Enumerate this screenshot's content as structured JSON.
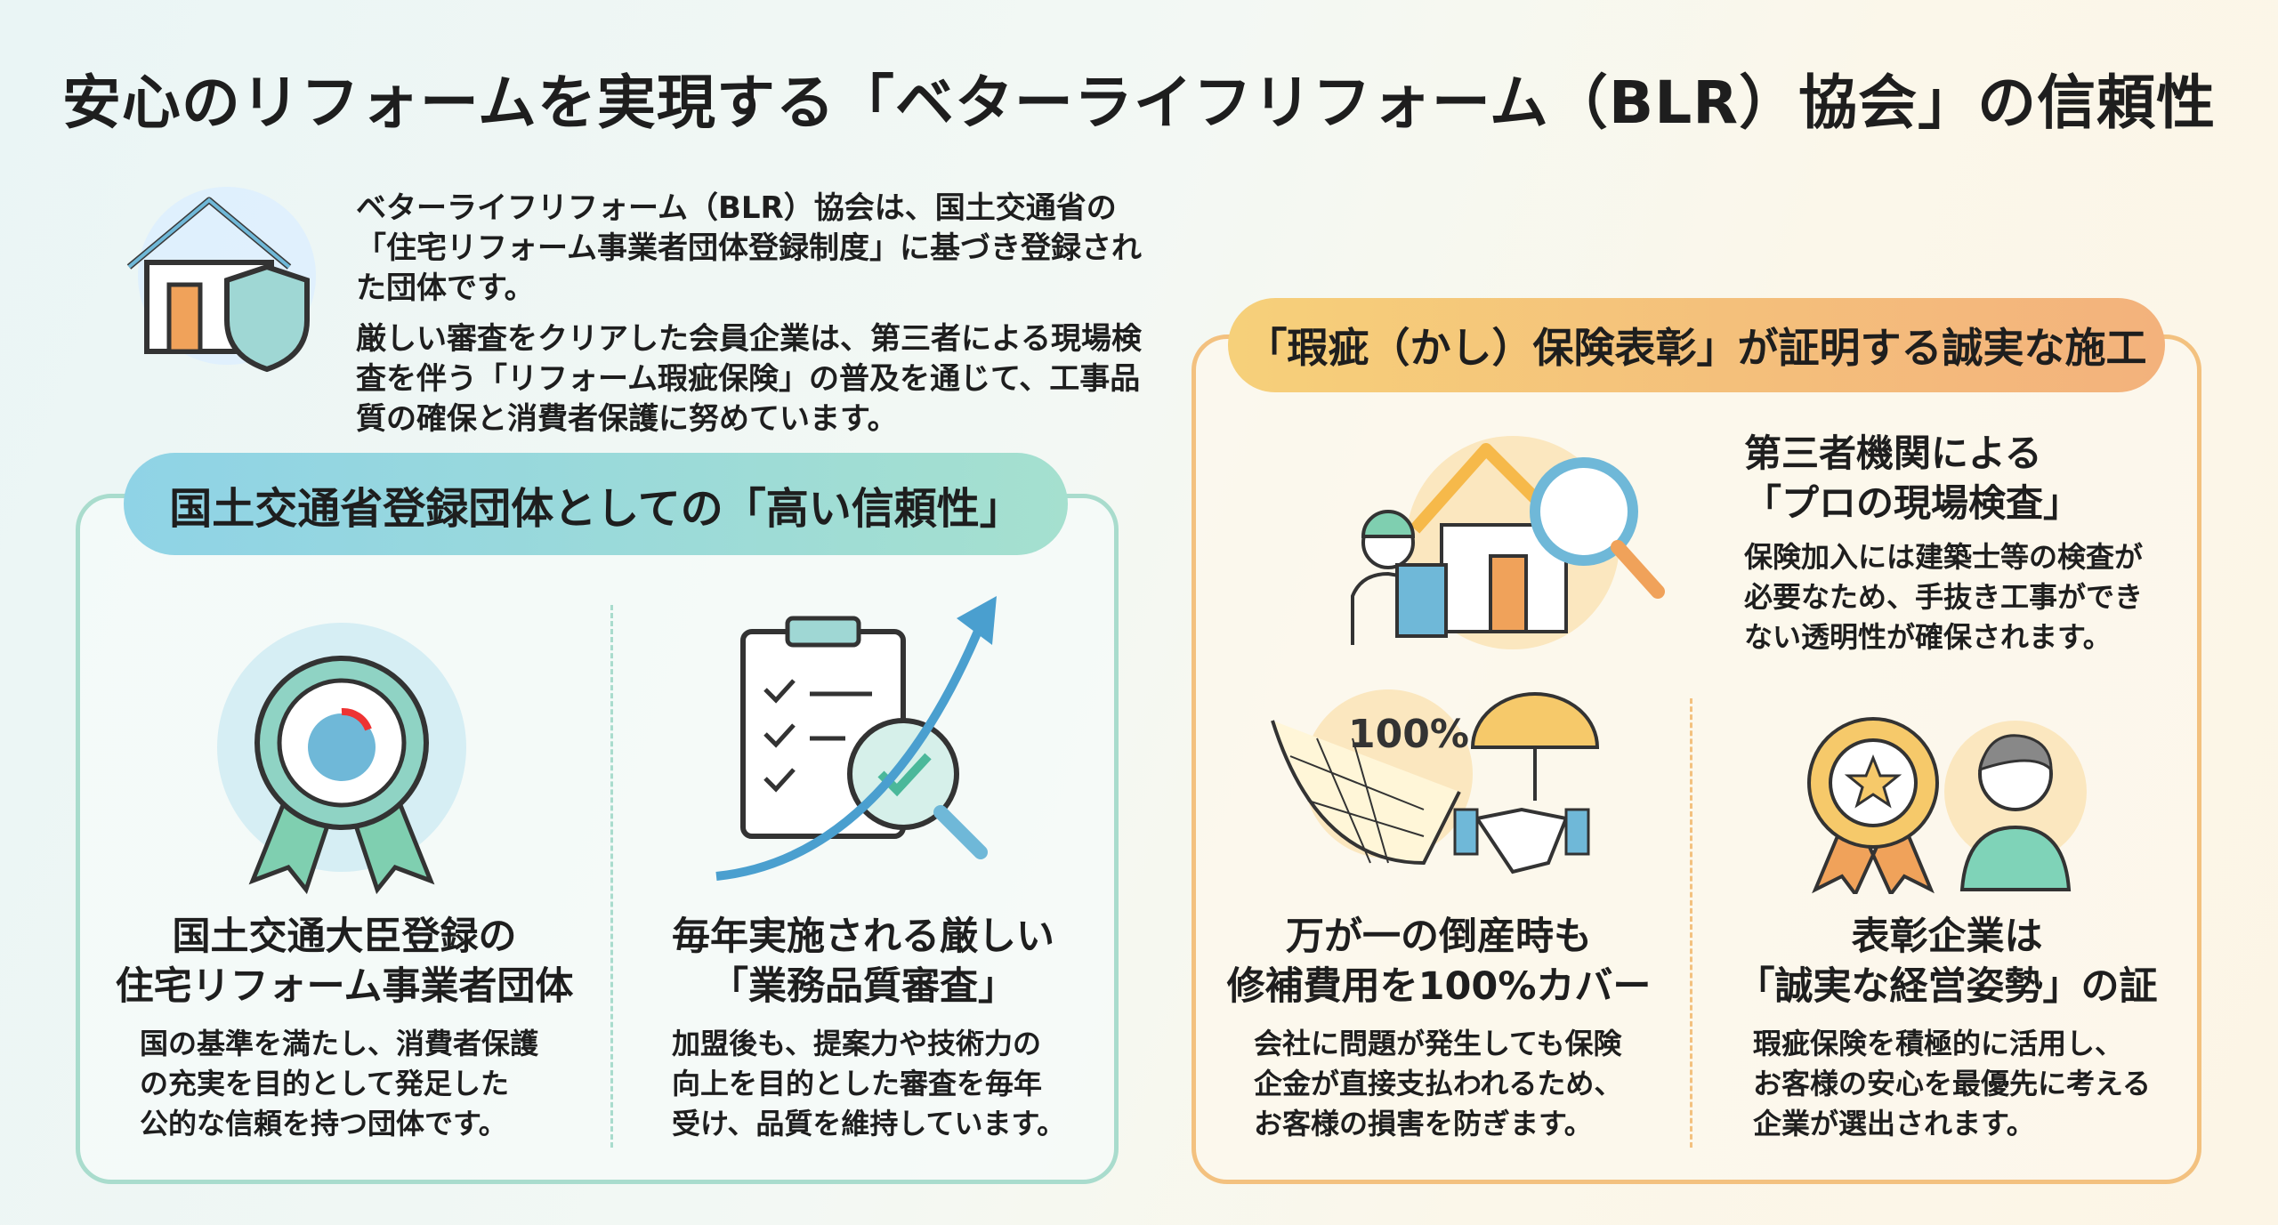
{
  "title": "安心のリフォームを実現する「ベターライフリフォーム（BLR）協会」の信頼性",
  "intro": {
    "p1": "ベターライフリフォーム（BLR）協会は、国土交通省の「住宅リフォーム事業者団体登録制度」に基づき登録された団体です。",
    "p2": "厳しい審査をクリアした会員企業は、第三者による現場検査を伴う「リフォーム瑕疵保険」の普及を通じて、工事品質の確保と消費者保護に努めています。"
  },
  "left": {
    "header": "国土交通省登録団体としての「高い信頼性」",
    "items": [
      {
        "h1": "国土交通大臣登録の",
        "h2": "住宅リフォーム事業者団体",
        "b": [
          "国の基準を満たし、消費者保護",
          "の充実を目的として発足した",
          "公的な信頼を持つ団体です。"
        ]
      },
      {
        "h1": "毎年実施される厳しい",
        "h2": "「業務品質審査」",
        "b": [
          "加盟後も、提案力や技術力の",
          "向上を目的とした審査を毎年",
          "受け、品質を維持しています。"
        ]
      }
    ]
  },
  "right": {
    "header": "「瑕疵（かし）保険表彰」が証明する誠実な施工",
    "items": [
      {
        "h1": "第三者機関による",
        "h2": "「プロの現場検査」",
        "b": [
          "保険加入には建築士等の検査が",
          "必要なため、手抜き工事ができ",
          "ない透明性が確保されます。"
        ]
      },
      {
        "h1": "万が一の倒産時も",
        "h2": "修補費用を100%カバー",
        "b": [
          "会社に問題が発生しても保険",
          "企金が直接支払われるため、",
          "お客様の損害を防ぎます。"
        ],
        "badge": "100%"
      },
      {
        "h1": "表彰企業は",
        "h2": "「誠実な経営姿勢」の証",
        "b": [
          "瑕疵保険を積極的に活用し、",
          "お客様の安心を最優先に考える",
          "企業が選出されます。"
        ]
      }
    ]
  },
  "colors": {
    "teal": "#7fcfc0",
    "blue": "#6fb8d8",
    "orange": "#f0a25a",
    "yellow": "#f6c96a"
  }
}
